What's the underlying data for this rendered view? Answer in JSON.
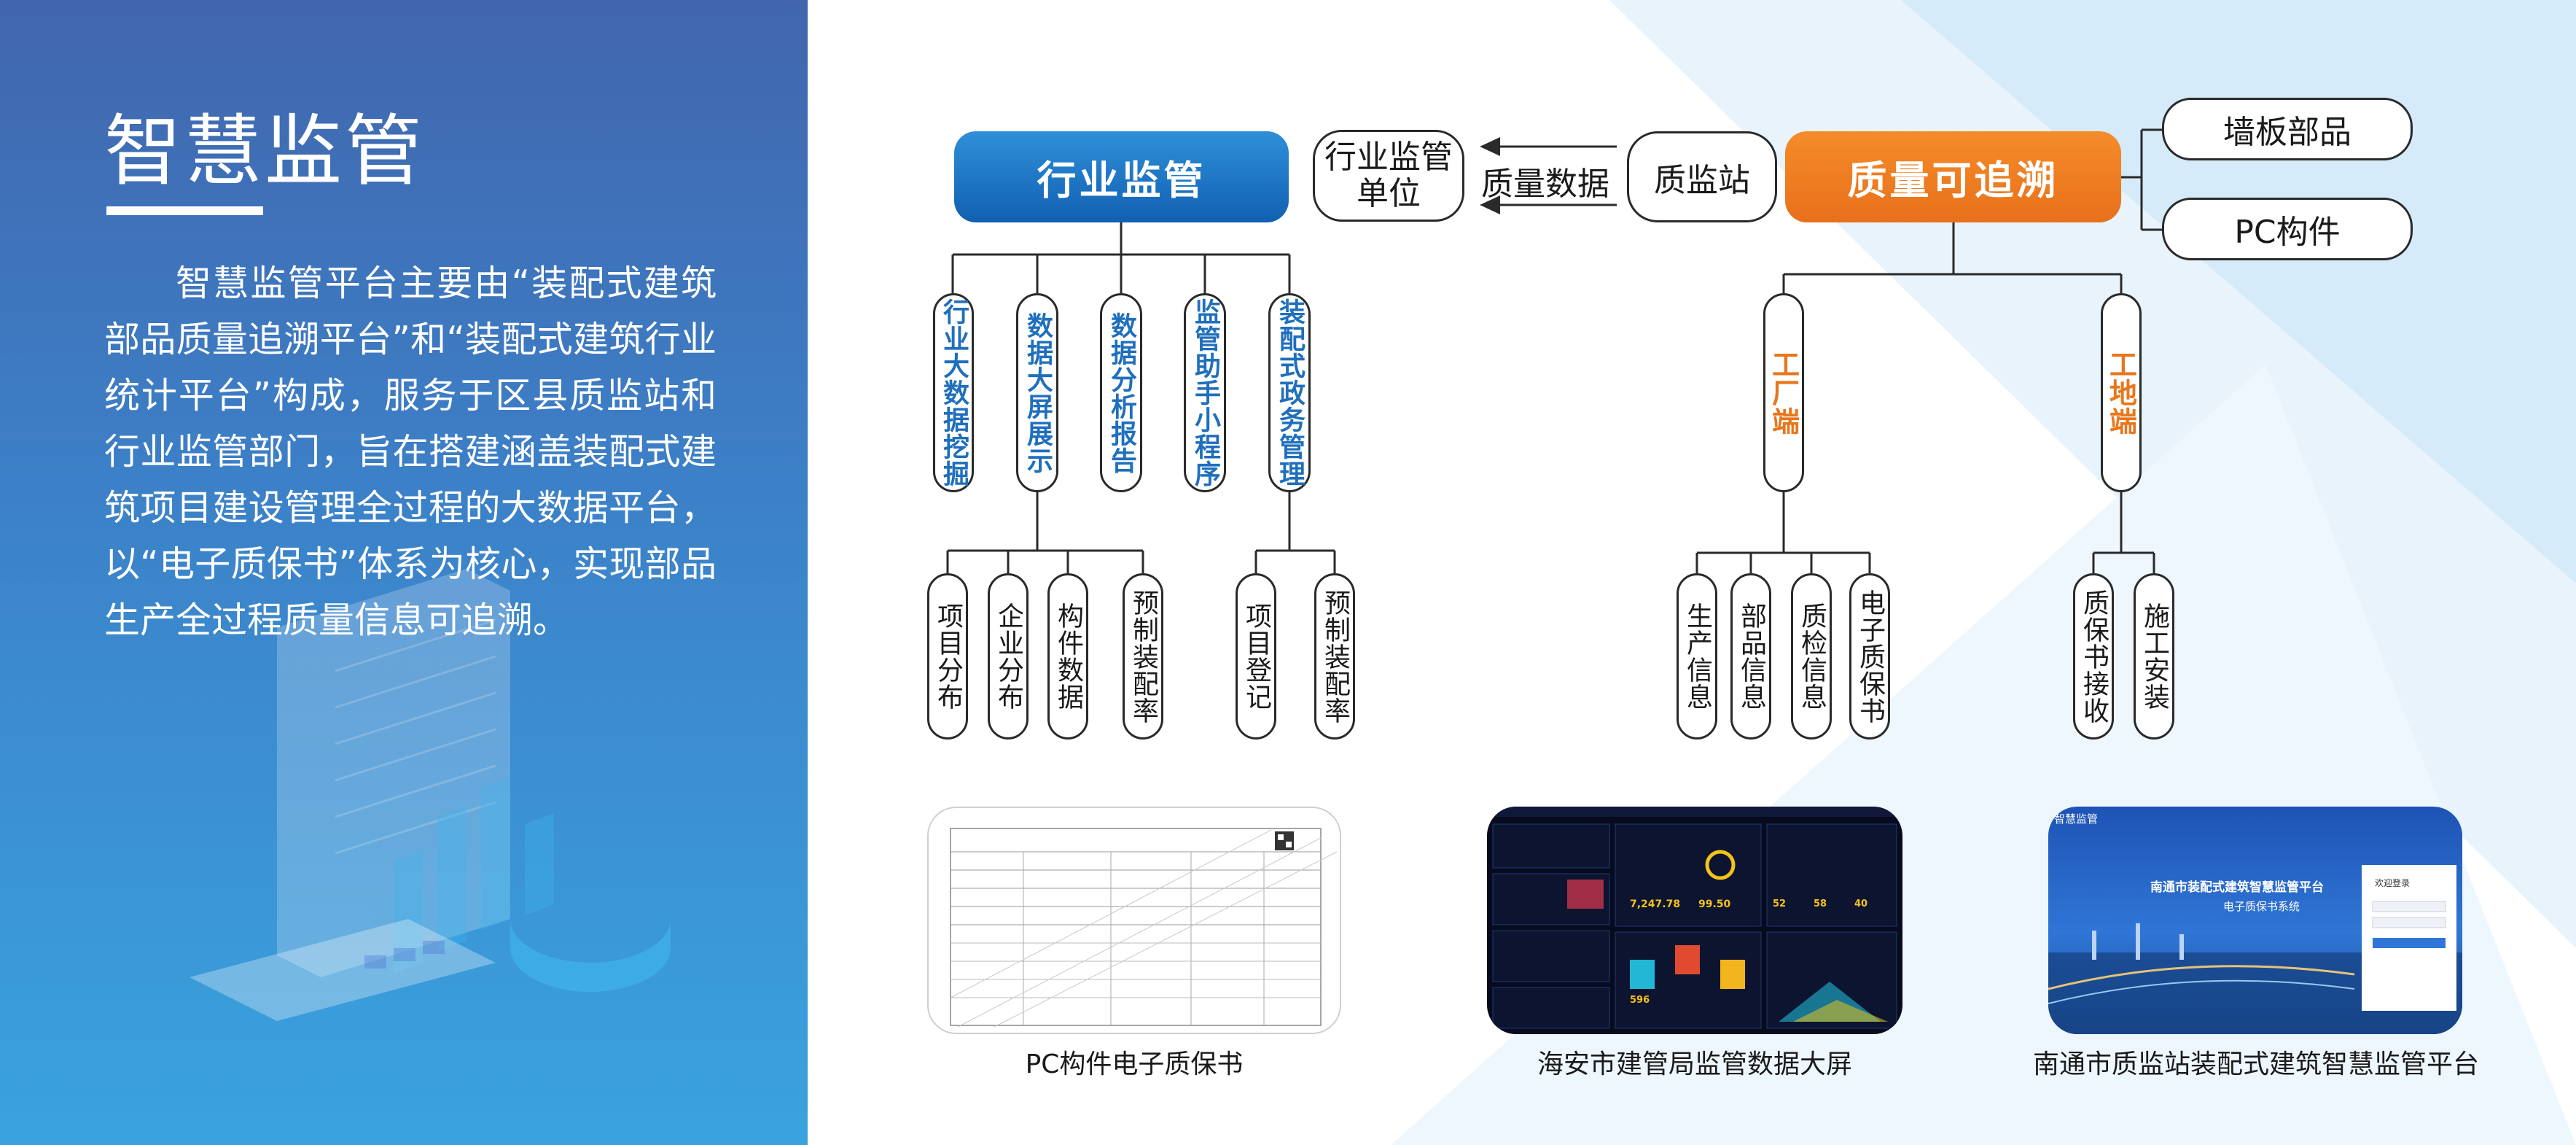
{
  "left": {
    "title": "智慧监管",
    "intro": "智慧监管平台主要由“装配式建筑部品质量追溯平台”和“装配式建筑行业统计平台”构成，服务于区县质监站和行业监管部门，旨在搭建涵盖装配式建筑项目建设管理全过程的大数据平台，以“电子质保书”体系为核心，实现部品生产全过程质量信息可追溯。"
  },
  "colors": {
    "blue_pill": "#1a6fbd",
    "orange_pill": "#ef7b1d",
    "left_panel": "#3c82c9"
  },
  "industry": {
    "title": "行业监管",
    "children": [
      "行业大数据挖掘",
      "数据大屏展示",
      "数据分析报告",
      "监管助手小程序",
      "装配式政务管理"
    ],
    "screen_children": [
      "项目分布",
      "企业分布",
      "构件数据",
      "预制装配率"
    ],
    "gov_children": [
      "项目登记",
      "预制装配率"
    ]
  },
  "flow": {
    "regulator": "行业监管单位",
    "arrow_label": "质量数据",
    "station": "质监站"
  },
  "quality": {
    "title": "质量可追溯",
    "side_items": [
      "墙板部品",
      "PC构件"
    ],
    "factory": {
      "label": "工厂端",
      "children": [
        "生产信息",
        "部品信息",
        "质检信息",
        "电子质保书"
      ]
    },
    "site": {
      "label": "工地端",
      "children": [
        "质保书接收",
        "施工安装"
      ]
    }
  },
  "screenshots": {
    "cert_caption": "PC构件电子质保书",
    "screen_caption": "海安市建管局监管数据大屏",
    "platform_caption": "南通市质监站装配式建筑智慧监管平台",
    "screen_numbers": [
      "7,247.78",
      "99.50",
      "52",
      "58",
      "40",
      "596"
    ],
    "platform_header": "智慧监管",
    "platform_title": "南通市装配式建筑智慧监管平台",
    "platform_subtitle": "电子质保书系统",
    "platform_login": "欢迎登录"
  }
}
